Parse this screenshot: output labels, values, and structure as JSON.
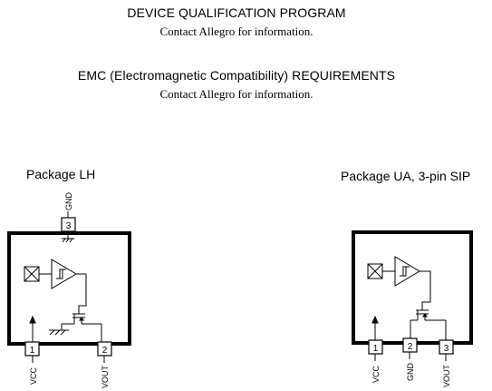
{
  "sections": [
    {
      "title": "DEVICE QUALIFICATION PROGRAM",
      "note": "Contact Allegro for information."
    },
    {
      "title": "EMC (Electromagnetic Compatibility) REQUIREMENTS",
      "note": "Contact Allegro for information."
    }
  ],
  "packages": {
    "lh": {
      "title": "Package LH",
      "pins": [
        {
          "number": "1",
          "name": "VCC"
        },
        {
          "number": "2",
          "name": "VOUT"
        },
        {
          "number": "3",
          "name": "GND"
        }
      ]
    },
    "ua": {
      "title": "Package UA, 3-pin SIP",
      "pins": [
        {
          "number": "1",
          "name": "VCC"
        },
        {
          "number": "2",
          "name": "GND"
        },
        {
          "number": "3",
          "name": "VOUT"
        }
      ]
    }
  }
}
